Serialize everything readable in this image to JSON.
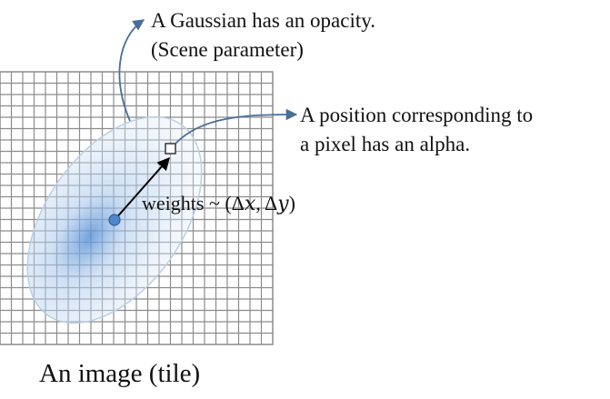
{
  "caption": "An image (tile)",
  "annotations": {
    "opacity_line1": "A Gaussian has an opacity.",
    "opacity_line2": "(Scene parameter)",
    "alpha_line1": "A position corresponding to",
    "alpha_line2": "a pixel has an alpha.",
    "weights": "weights ~ (Δ𝑥, Δ𝑦)"
  },
  "grid": {
    "rows": 24,
    "cols": 24
  },
  "colors": {
    "grid_line": "#8c8c8c",
    "gaussian_core": "#5b92d6",
    "gaussian_edge": "#e6f0fa",
    "gaussian_outline": "#b9cfe6",
    "center_dot": "#4f86c9",
    "connector": "#4a6f96",
    "arrow": "#000000"
  }
}
